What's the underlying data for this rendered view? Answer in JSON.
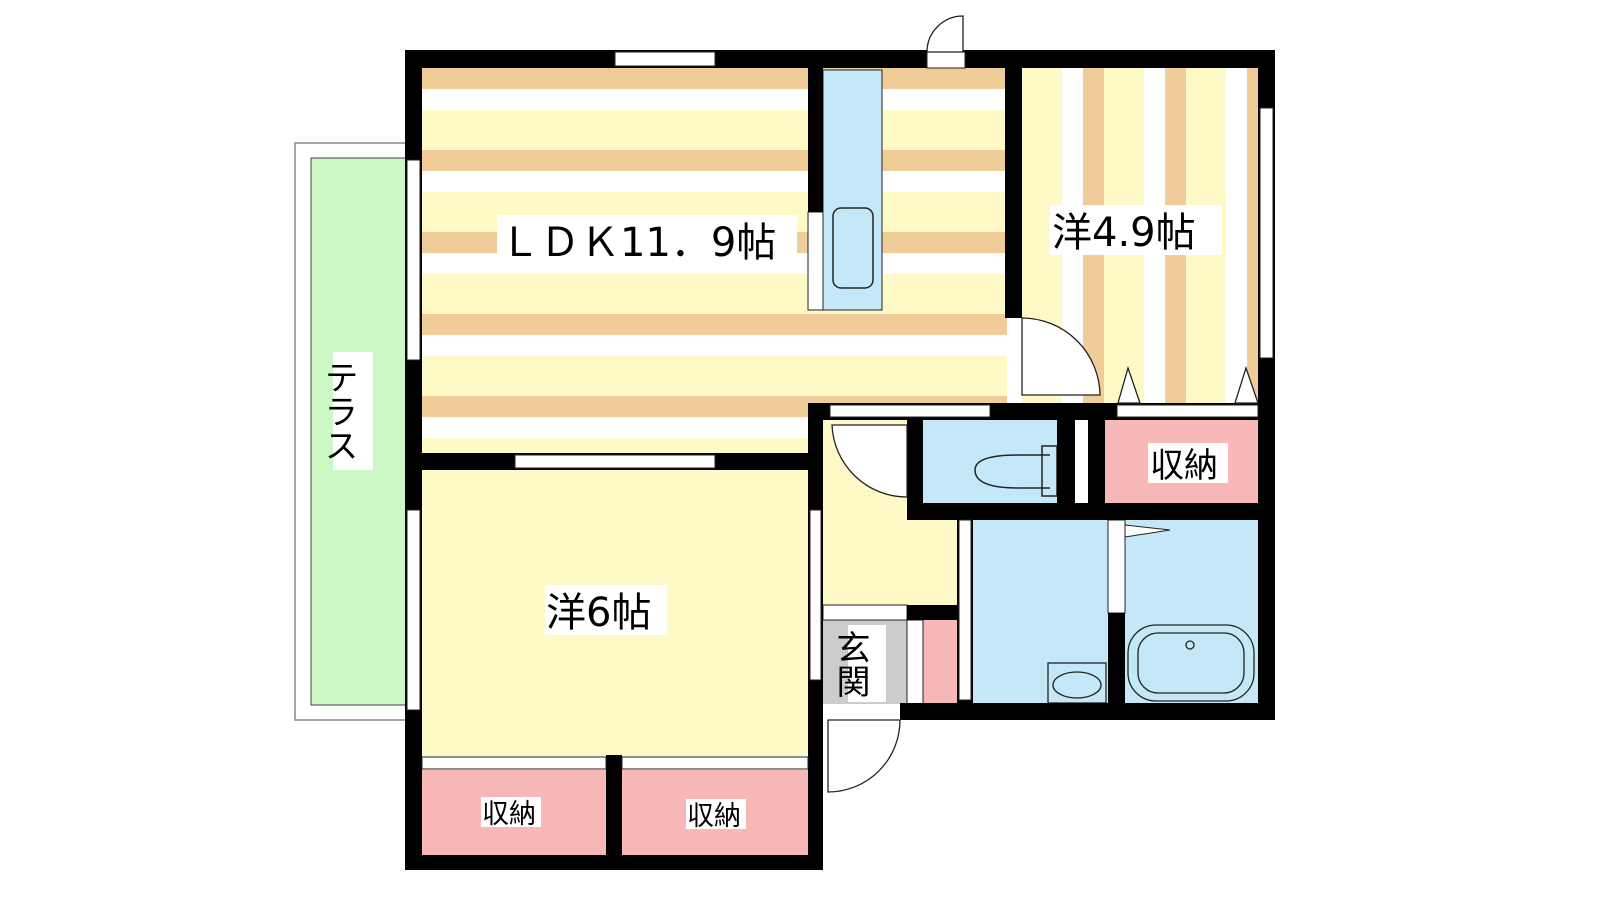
{
  "floorplan": {
    "rooms": {
      "ldk": {
        "label": "ＬＤＫ11．9帖"
      },
      "western_right": {
        "label": "洋4.9帖"
      },
      "western_main": {
        "label": "洋6帖"
      },
      "terrace": {
        "label": "テラス"
      },
      "storage_right": {
        "label": "収納"
      },
      "storage_bottom_left": {
        "label": "収納"
      },
      "storage_bottom_right": {
        "label": "収納"
      },
      "entrance": {
        "label": "玄関"
      }
    },
    "colors": {
      "wall": "#000000",
      "floor_wood_orange": "#f0cc98",
      "floor_wood_yellow": "#fff9c8",
      "wet_area": "#c4e8f8",
      "storage": "#f8b8b8",
      "terrace": "#ccf8c4",
      "entrance": "#cccccc"
    }
  }
}
